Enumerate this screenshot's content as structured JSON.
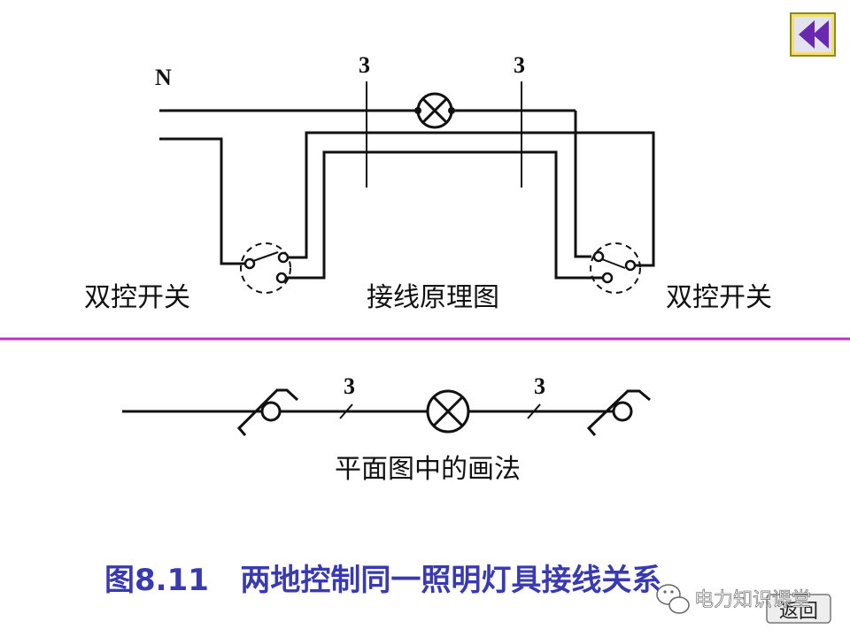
{
  "diagram": {
    "neutral_label": "N",
    "conductor_count": "3",
    "left_switch_label": "双控开关",
    "right_switch_label": "双控开关",
    "schematic_label": "接线原理图",
    "plan_label": "平面图中的画法",
    "caption": "图8.11   两地控制同一照明灯具接线关系",
    "divider_color": "#c030c0",
    "caption_color": "#3a3ab0"
  },
  "nav": {
    "back_icon": "double-left-arrow-icon",
    "return_label": "返回"
  },
  "watermark": {
    "text": "电力知识课堂",
    "icon": "wechat-icon"
  }
}
